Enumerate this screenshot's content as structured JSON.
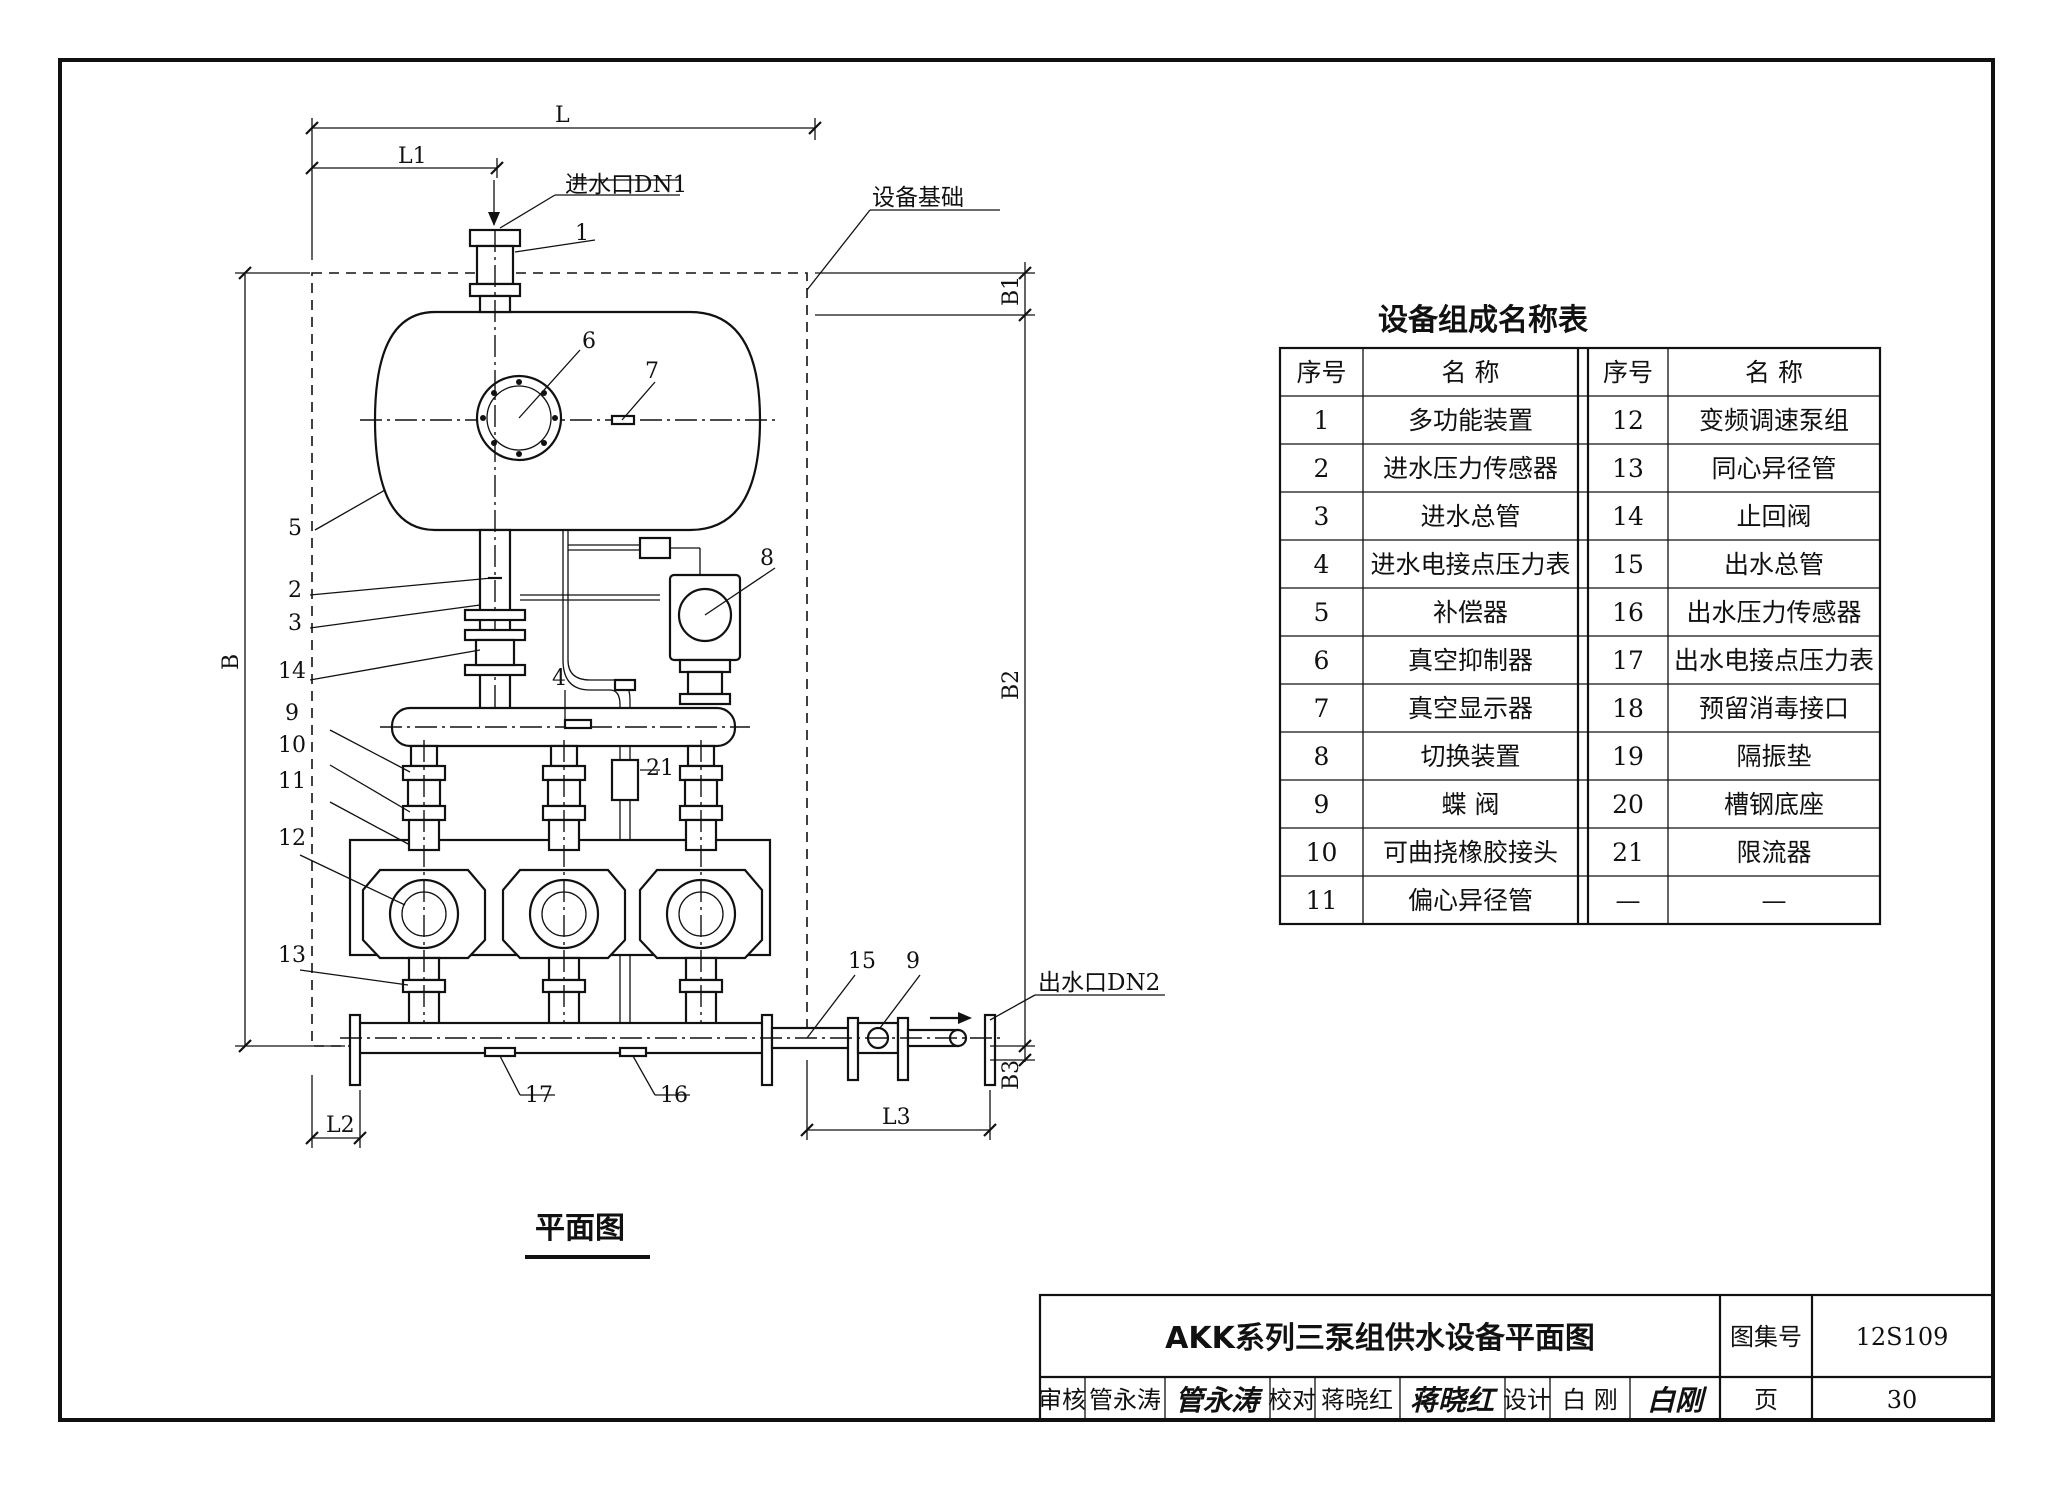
{
  "drawing": {
    "plan_label": "平面图",
    "inlet_label": "进水口DN1",
    "outlet_label": "出水口DN2",
    "foundation_label": "设备基础",
    "dimensions": {
      "L": "L",
      "L1": "L1",
      "L2": "L2",
      "L3": "L3",
      "B": "B",
      "B1": "B1",
      "B2": "B2",
      "B3": "B3"
    },
    "callouts": {
      "c1": "1",
      "c2": "2",
      "c3": "3",
      "c4": "4",
      "c5": "5",
      "c6": "6",
      "c7": "7",
      "c8": "8",
      "c9a": "9",
      "c9b": "9",
      "c10": "10",
      "c11": "11",
      "c12": "12",
      "c13": "13",
      "c14": "14",
      "c15": "15",
      "c16": "16",
      "c17": "17",
      "c21": "21"
    }
  },
  "parts_table": {
    "title": "设备组成名称表",
    "headers": [
      "序号",
      "名 称",
      "序号",
      "名 称"
    ],
    "rows": [
      [
        "1",
        "多功能装置",
        "12",
        "变频调速泵组"
      ],
      [
        "2",
        "进水压力传感器",
        "13",
        "同心异径管"
      ],
      [
        "3",
        "进水总管",
        "14",
        "止回阀"
      ],
      [
        "4",
        "进水电接点压力表",
        "15",
        "出水总管"
      ],
      [
        "5",
        "补偿器",
        "16",
        "出水压力传感器"
      ],
      [
        "6",
        "真空抑制器",
        "17",
        "出水电接点压力表"
      ],
      [
        "7",
        "真空显示器",
        "18",
        "预留消毒接口"
      ],
      [
        "8",
        "切换装置",
        "19",
        "隔振垫"
      ],
      [
        "9",
        "蝶 阀",
        "20",
        "槽钢底座"
      ],
      [
        "10",
        "可曲挠橡胶接头",
        "21",
        "限流器"
      ],
      [
        "11",
        "偏心异径管",
        "—",
        "—"
      ]
    ]
  },
  "title_block": {
    "title": "AKK系列三泵组供水设备平面图",
    "atlas_label": "图集号",
    "atlas_no": "12S109",
    "page_label": "页",
    "page_no": "30",
    "review_label": "审核",
    "reviewer": "管永涛",
    "reviewer_sig": "管永涛",
    "check_label": "校对",
    "checker": "蒋晓红",
    "checker_sig": "蒋晓红",
    "design_label": "设计",
    "designer": "白 刚",
    "designer_sig": "白刚"
  }
}
